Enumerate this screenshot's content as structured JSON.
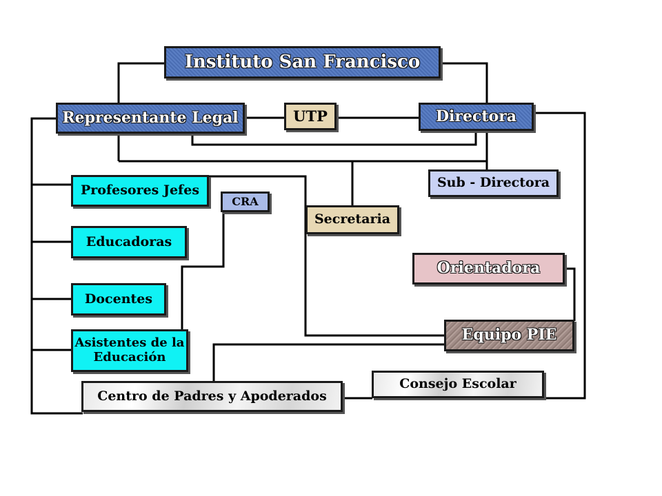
{
  "nodes": {
    "instituto": "Instituto San Francisco",
    "representante": "Representante Legal",
    "utp": "UTP",
    "directora": "Directora",
    "profesores": "Profesores Jefes",
    "cra": "CRA",
    "subdirectora": "Sub - Directora",
    "secretaria": "Secretaria",
    "educadoras": "Educadoras",
    "orientadora": "Orientadora",
    "docentes": "Docentes",
    "equipo_pie": "Equipo PIE",
    "asistentes": "Asistentes de la Educación",
    "consejo": "Consejo Escolar",
    "centro_padres": "Centro de Padres y Apoderados"
  },
  "colors": {
    "blue_box": "#5b7fc4",
    "cyan_box": "#10f2f4",
    "tan_box": "#e7d8b4",
    "lavender_box": "#c9d2f4",
    "pink_box": "#e7c4c8",
    "connector": "#000000"
  }
}
